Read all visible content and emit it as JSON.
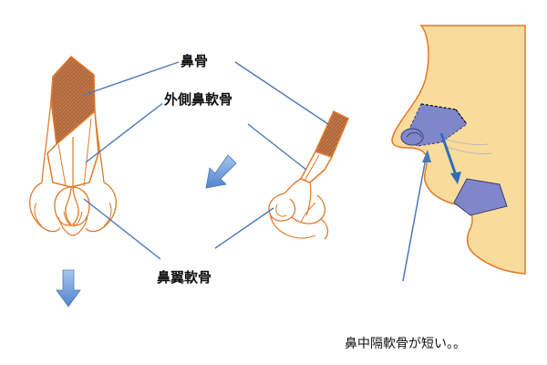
{
  "labels": {
    "nasal_bone": "鼻骨",
    "lateral_cartilage": "外側鼻軟骨",
    "alar_cartilage": "鼻翼軟骨"
  },
  "caption": "鼻中隔軟骨が短い。。",
  "colors": {
    "outline": "#e07a2a",
    "bone_fill": "#b0673a",
    "leader_line": "#4a78b8",
    "arrow": "#5d8ed0",
    "face_fill": "#f9dc9c",
    "cartilage_fill": "#7f86c9"
  }
}
